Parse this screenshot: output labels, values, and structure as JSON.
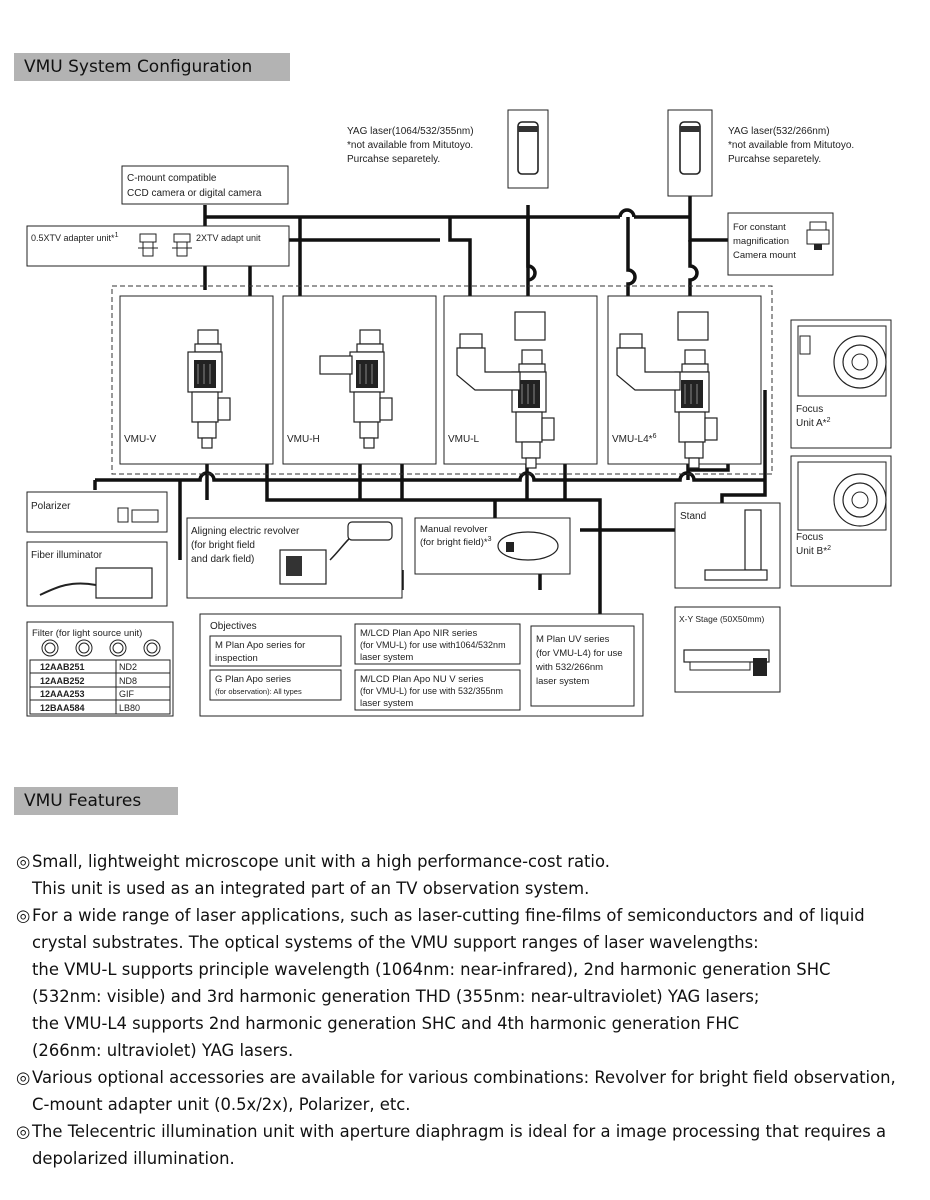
{
  "headers": {
    "config": "VMU System Configuration",
    "features": "VMU Features"
  },
  "diagram": {
    "yag_left": [
      "YAG laser(1064/532/355nm)",
      "*not available from Mitutoyo.",
      "Purcahse separetely."
    ],
    "yag_right": [
      "YAG laser(532/266nm)",
      "*not available from Mitutoyo.",
      "Purcahse separetely."
    ],
    "cmount": [
      "C-mount compatible",
      "CCD camera or digital camera"
    ],
    "adapter_05": "0.5XTV adapter unit*",
    "adapter_05_sup": "1",
    "adapter_2x": "2XTV adapt unit",
    "constant_mag": [
      "For constant",
      "magnification",
      "Camera  mount"
    ],
    "units": [
      {
        "label": "VMU-V",
        "sup": ""
      },
      {
        "label": "VMU-H",
        "sup": ""
      },
      {
        "label": "VMU-L",
        "sup": ""
      },
      {
        "label": "VMU-L4*",
        "sup": "6"
      }
    ],
    "focus_a": [
      "Focus",
      "Unit A*"
    ],
    "focus_a_sup": "2",
    "focus_b": [
      "Focus",
      "Unit B*"
    ],
    "focus_b_sup": "2",
    "polarizer": "Polarizer",
    "fiber": "Fiber illuminator",
    "aligning": [
      "Aligning electric revolver",
      "(for bright field",
      "and dark field)"
    ],
    "manual": [
      "Manual revolver",
      "(for bright field)*"
    ],
    "manual_sup": "3",
    "stand": "Stand",
    "xy_stage": "X-Y Stage (50X50mm)",
    "filter_title": "Filter (for light source unit)",
    "filters": [
      {
        "code": "12AAB251",
        "name": "ND2"
      },
      {
        "code": "12AAB252",
        "name": "ND8"
      },
      {
        "code": "12AAA253",
        "name": "GIF"
      },
      {
        "code": "12BAA584",
        "name": "LB80"
      }
    ],
    "objectives_title": "Objectives",
    "obj_m_plan_apo": [
      "M Plan Apo series for",
      "inspection"
    ],
    "obj_g_plan_apo": [
      "G Plan Apo series",
      "(for observation):  All types"
    ],
    "obj_nir": [
      "M/LCD Plan Apo NIR series",
      "(for VMU-L) for use with1064/532nm",
      "laser system"
    ],
    "obj_nuv": [
      "M/LCD Plan Apo NU V series",
      "(for VMU-L) for use with 532/355nm",
      "laser system"
    ],
    "obj_uv": [
      "M Plan UV series",
      "(for VMU-L4) for use",
      "with 532/266nm",
      "laser system"
    ]
  },
  "features": [
    {
      "lines": [
        "Small, lightweight microscope unit with a high performance-cost ratio.",
        "This unit is used as an integrated part of an TV observation system."
      ]
    },
    {
      "lines": [
        "For a wide range of laser applications, such as laser-cutting fine-films of semiconductors and of liquid",
        "crystal substrates. The optical systems of the VMU support ranges of laser wavelengths:",
        "the VMU-L supports principle wavelength (1064nm: near-infrared), 2nd harmonic generation SHC",
        "(532nm: visible) and 3rd harmonic generation THD (355nm: near-ultraviolet) YAG lasers;",
        "the VMU-L4 supports 2nd harmonic generation SHC and 4th harmonic generation FHC",
        "(266nm: ultraviolet) YAG lasers."
      ]
    },
    {
      "lines": [
        "Various optional accessories are available for various combinations: Revolver for bright field observation,",
        "C-mount adapter unit (0.5x/2x), Polarizer, etc."
      ]
    },
    {
      "lines": [
        "The Telecentric illumination unit with aperture diaphragm is ideal for a image processing that requires a",
        "depolarized illumination."
      ]
    }
  ],
  "bullet_symbol": "◎"
}
